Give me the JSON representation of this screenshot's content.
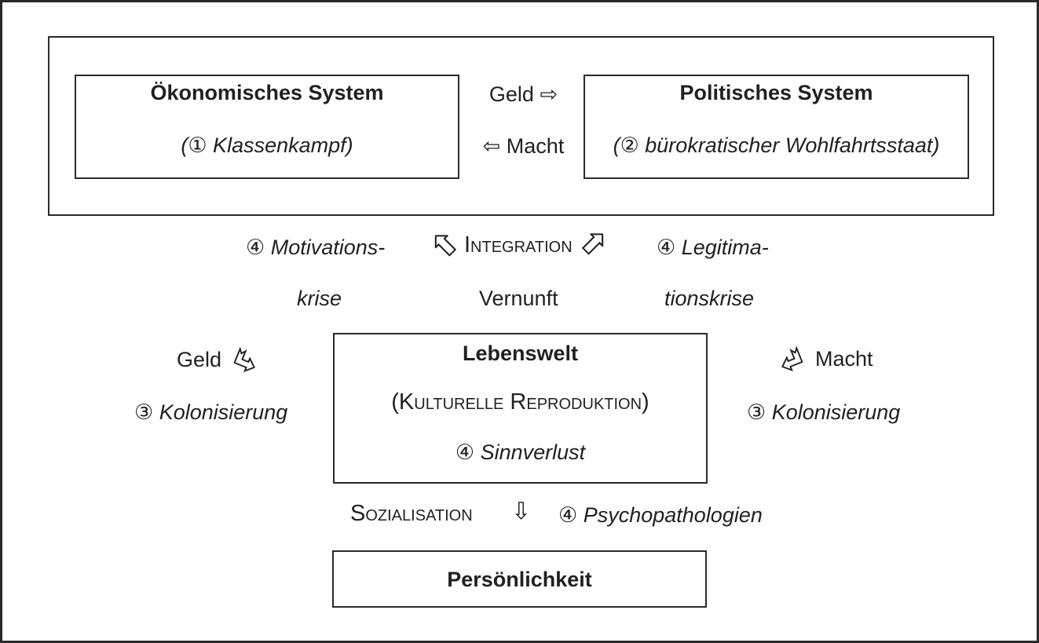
{
  "colors": {
    "ink": "#231f20",
    "background": "#ffffff"
  },
  "systems_row": {
    "economic": {
      "title": "Ökonomisches System",
      "subtitle": "(① Klassenkampf)"
    },
    "political": {
      "title": "Politisches System",
      "subtitle": "(② bürokratischer Wohlfahrtsstaat)"
    },
    "exchange": {
      "money_label": "Geld",
      "money_arrow": "⇨",
      "power_arrow": "⇦",
      "power_label": "Macht"
    }
  },
  "integration_row": {
    "left_crisis_line1": "④ Motivations-",
    "left_crisis_line2": "krise",
    "integration_label": "Integration",
    "integration_sub": "Vernunft",
    "right_crisis_line1": "④ Legitima-",
    "right_crisis_line2": "tionskrise"
  },
  "lifeworld": {
    "title": "Lebenswelt",
    "subtitle": "(Kulturelle Reproduktion)",
    "crisis": "④ Sinnverlust"
  },
  "left_channel": {
    "label": "Geld",
    "crisis": "③ Kolonisierung"
  },
  "right_channel": {
    "label": "Macht",
    "crisis": "③ Kolonisierung"
  },
  "socialization_row": {
    "label": "Sozialisation",
    "arrow": "⇩",
    "crisis": "④ Psychopathologien"
  },
  "personality": {
    "title": "Persönlichkeit"
  }
}
